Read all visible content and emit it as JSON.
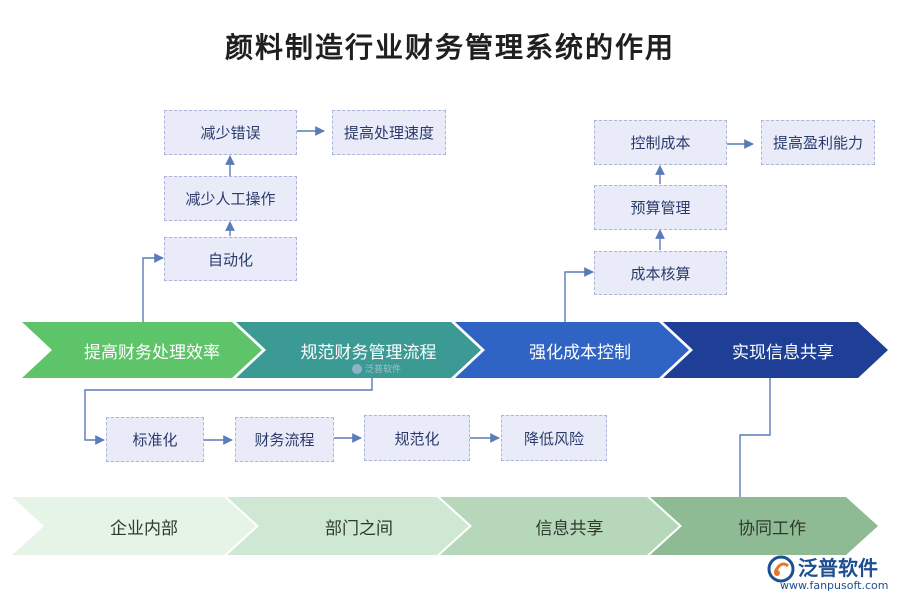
{
  "title": "颜料制造行业财务管理系统的作用",
  "main_flow": [
    {
      "label": "提高财务处理效率",
      "color": "#5ec46a"
    },
    {
      "label": "规范财务管理流程",
      "color": "#3c9a95"
    },
    {
      "label": "强化成本控制",
      "color": "#2f63c4"
    },
    {
      "label": "实现信息共享",
      "color": "#1e3f95"
    }
  ],
  "efficiency_nodes": {
    "auto": "自动化",
    "manual": "减少人工操作",
    "errors": "减少错误",
    "speed": "提高处理速度"
  },
  "cost_nodes": {
    "accounting": "成本核算",
    "budget": "预算管理",
    "control": "控制成本",
    "profit": "提高盈利能力"
  },
  "process_nodes": [
    "标准化",
    "财务流程",
    "规范化",
    "降低风险"
  ],
  "share_flow": [
    {
      "label": "企业内部",
      "color": "#e6f4e8"
    },
    {
      "label": "部门之间",
      "color": "#cfe8d3"
    },
    {
      "label": "信息共享",
      "color": "#b6d7ba"
    },
    {
      "label": "协同工作",
      "color": "#8fbb94"
    }
  ],
  "watermark": "泛普软件",
  "logo": {
    "name": "泛普软件",
    "url": "www.fanpusoft.com"
  },
  "colors": {
    "box_fill": "#e9ecf8",
    "box_border": "#aab4dc",
    "connector": "#5b7bb8"
  }
}
